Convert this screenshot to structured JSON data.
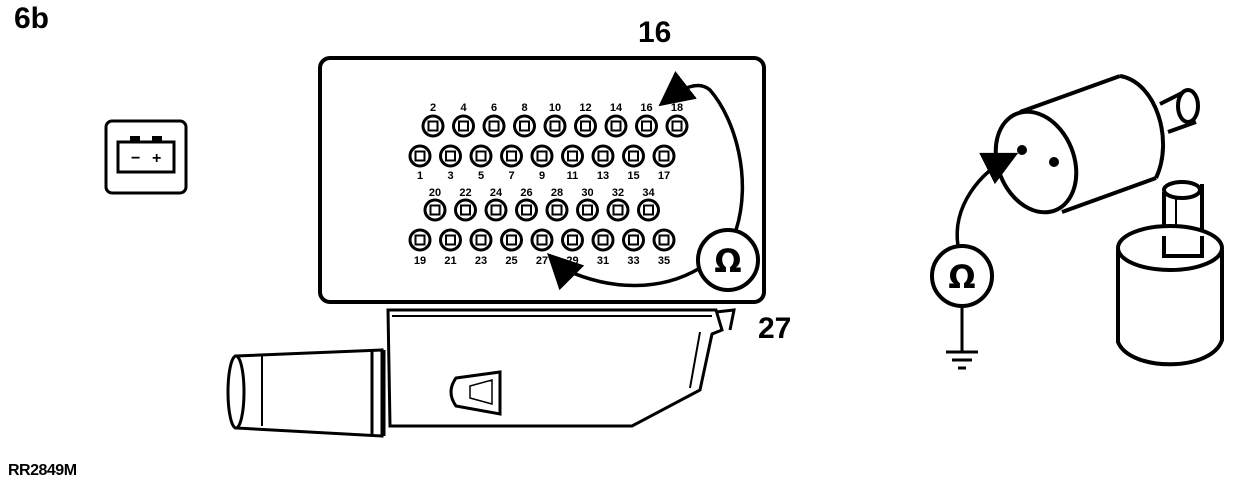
{
  "figure_label": "6b",
  "callouts": {
    "top": "16",
    "right": "27"
  },
  "reference_code": "RR2849M",
  "battery_icon": {
    "minus": "−",
    "plus": "+"
  },
  "connector": {
    "row1": [
      "2",
      "4",
      "6",
      "8",
      "10",
      "12",
      "14",
      "16",
      "18"
    ],
    "row2": [
      "1",
      "3",
      "5",
      "7",
      "9",
      "11",
      "13",
      "15",
      "17"
    ],
    "row3": [
      "20",
      "22",
      "24",
      "26",
      "28",
      "30",
      "32",
      "34"
    ],
    "row4": [
      "19",
      "21",
      "23",
      "25",
      "27",
      "29",
      "31",
      "33",
      "35"
    ]
  },
  "ohmmeter_symbol": "Ω",
  "icons": [
    "battery-icon",
    "ohmmeter-icon",
    "ground-icon",
    "harness-connector",
    "ecu-connector-block",
    "sensor-component"
  ]
}
